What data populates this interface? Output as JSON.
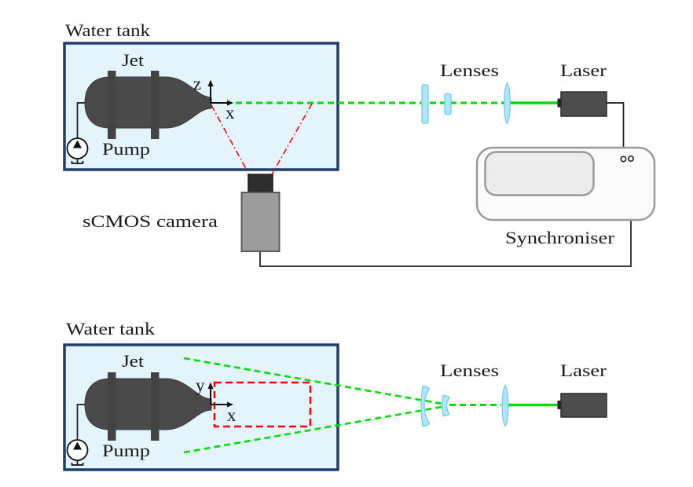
{
  "figure": {
    "description": "Experimental setup schematic, side view (top) and top view (bottom)"
  },
  "colors": {
    "tank_fill": "#e3f4fd",
    "tank_border": "#1f3d6e",
    "beam_green": "#00dd00",
    "camera_ray_red": "#ff0000",
    "fov_red": "#ff0000",
    "component_gray": "#4a4a4a",
    "lens_fill": "#aee6fa",
    "camera_body_gray": "#9c9c9c",
    "sync_fill": "#fbfbfb",
    "sync_screen_fill": "#ececec"
  },
  "top_panel": {
    "water_tank_label": "Water tank",
    "jet_label": "Jet",
    "pump_label": "Pump",
    "axis_vertical_label": "z",
    "axis_horizontal_label": "x",
    "lenses_label": "Lenses",
    "laser_label": "Laser",
    "camera_label": "sCMOS camera",
    "synchroniser_label": "Synchroniser"
  },
  "bottom_panel": {
    "water_tank_label": "Water tank",
    "jet_label": "Jet",
    "pump_label": "Pump",
    "axis_vertical_label": "y",
    "axis_horizontal_label": "x",
    "lenses_label": "Lenses",
    "laser_label": "Laser"
  }
}
